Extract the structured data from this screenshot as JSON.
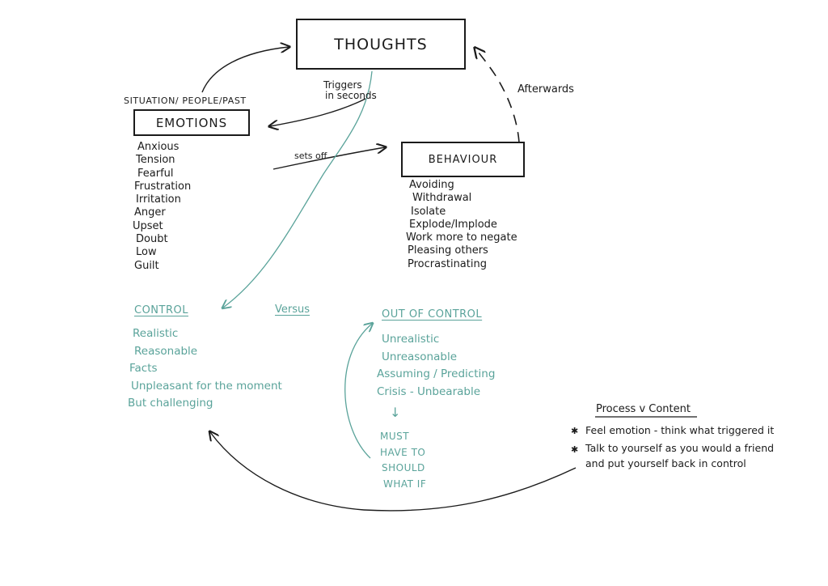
{
  "nodes": {
    "thoughts": "THOUGHTS",
    "emotions": "EMOTIONS",
    "behaviour": "BEHAVIOUR"
  },
  "labels": {
    "situation": "SITUATION/ PEOPLE/PAST",
    "triggers_line1": "Triggers",
    "triggers_line2": "in seconds",
    "afterwards": "Afterwards",
    "sets_off": "sets off",
    "versus": "Versus"
  },
  "emotions_list": [
    "Anxious",
    "Tension",
    "Fearful",
    "Frustration",
    "Irritation",
    "Anger",
    "Upset",
    "Doubt",
    "Low",
    "Guilt"
  ],
  "behaviour_list": [
    "Avoiding",
    "Withdrawal",
    "Isolate",
    "Explode/Implode",
    "Work more to negate",
    "Pleasing others",
    "Procrastinating"
  ],
  "control": {
    "heading": "CONTROL",
    "items": [
      "Realistic",
      "Reasonable",
      "Facts",
      "Unpleasant for the moment",
      "But challenging"
    ]
  },
  "out_of_control": {
    "heading": "OUT OF CONTROL",
    "items": [
      "Unrealistic",
      "Unreasonable",
      "Assuming / Predicting",
      "Crisis - Unbearable"
    ],
    "down_arrow": "↓",
    "musts": [
      "MUST",
      "HAVE TO",
      "SHOULD",
      "WHAT IF"
    ]
  },
  "process": {
    "heading": "Process v Content",
    "bullet_symbol": "✱",
    "bullet1": "Feel emotion - think what triggered it",
    "bullet2_line1": "Talk to yourself as you would a friend",
    "bullet2_line2": "and put yourself back in control"
  },
  "colors": {
    "ink": "#1b1b1b",
    "teal": "#5aa39a",
    "paper": "#ffffff"
  }
}
